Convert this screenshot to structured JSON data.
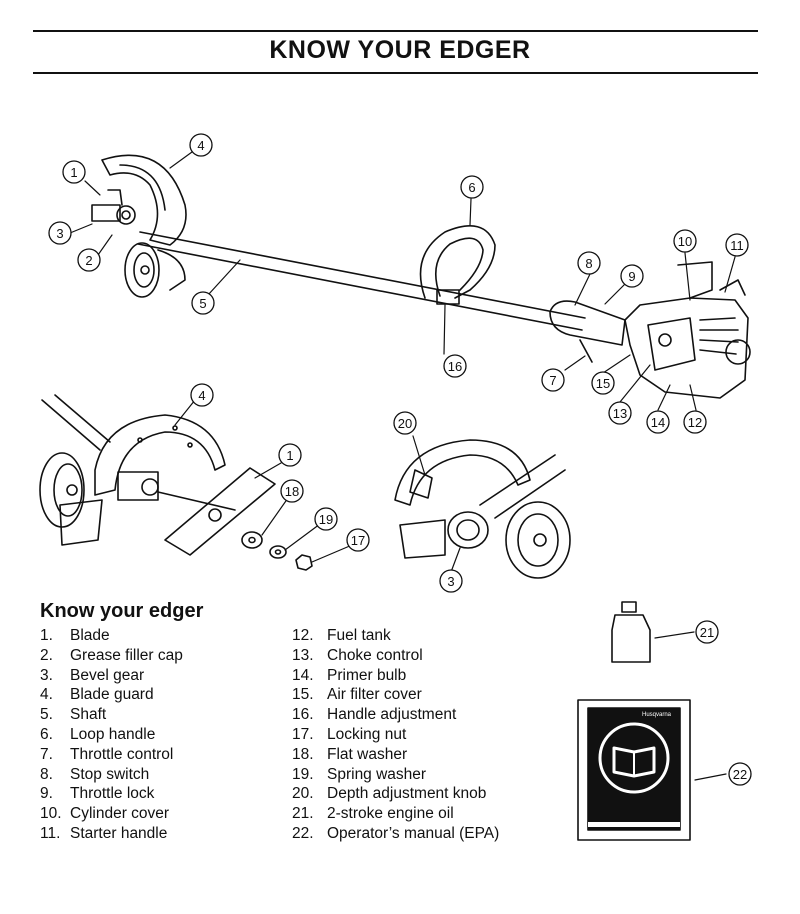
{
  "page": {
    "title": "KNOW YOUR EDGER"
  },
  "list": {
    "heading": "Know your edger",
    "left": [
      {
        "num": "1.",
        "label": "Blade"
      },
      {
        "num": "2.",
        "label": "Grease filler cap"
      },
      {
        "num": "3.",
        "label": "Bevel gear"
      },
      {
        "num": "4.",
        "label": "Blade guard"
      },
      {
        "num": "5.",
        "label": "Shaft"
      },
      {
        "num": "6.",
        "label": "Loop handle"
      },
      {
        "num": "7.",
        "label": "Throttle control"
      },
      {
        "num": "8.",
        "label": "Stop switch"
      },
      {
        "num": "9.",
        "label": "Throttle lock"
      },
      {
        "num": "10.",
        "label": "Cylinder cover"
      },
      {
        "num": "11.",
        "label": "Starter handle"
      }
    ],
    "right": [
      {
        "num": "12.",
        "label": "Fuel tank"
      },
      {
        "num": "13.",
        "label": "Choke control"
      },
      {
        "num": "14.",
        "label": "Primer bulb"
      },
      {
        "num": "15.",
        "label": "Air filter cover"
      },
      {
        "num": "16.",
        "label": "Handle adjustment"
      },
      {
        "num": "17.",
        "label": "Locking nut"
      },
      {
        "num": "18.",
        "label": "Flat washer"
      },
      {
        "num": "19.",
        "label": "Spring washer"
      },
      {
        "num": "20.",
        "label": "Depth adjustment knob"
      },
      {
        "num": "21.",
        "label": "2-stroke engine oil"
      },
      {
        "num": "22.",
        "label": "Operator’s manual (EPA)"
      }
    ]
  },
  "callouts": {
    "c1": "1",
    "c2": "2",
    "c3": "3",
    "c4": "4",
    "c5": "5",
    "c6": "6",
    "c7": "7",
    "c8": "8",
    "c9": "9",
    "c10": "10",
    "c11": "11",
    "c12": "12",
    "c13": "13",
    "c14": "14",
    "c15": "15",
    "c16": "16",
    "d4": "4",
    "d1": "1",
    "d18": "18",
    "d19": "19",
    "d17": "17",
    "d20": "20",
    "d3": "3",
    "d21": "21",
    "d22": "22"
  },
  "manual": {
    "brand": "Husqvarna"
  }
}
